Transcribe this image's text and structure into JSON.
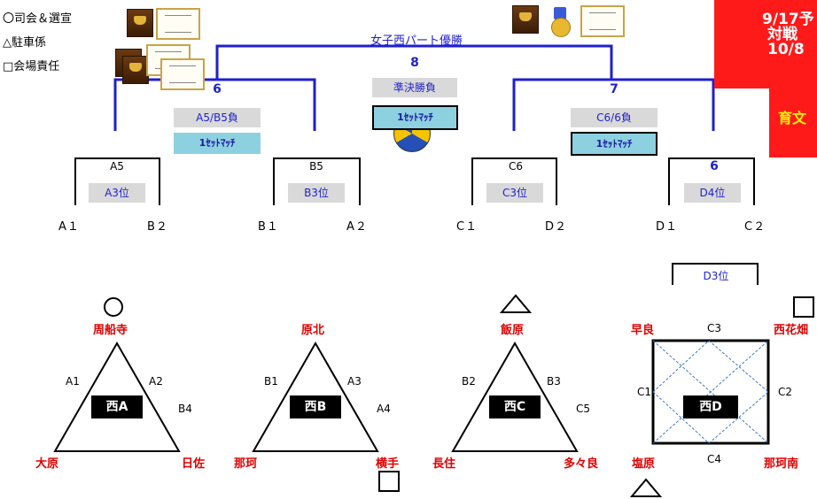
{
  "legend": [
    "〇司会＆選宣",
    "△駐車係",
    "□会場責任"
  ],
  "final": {
    "title": "女子西パート優勝",
    "match_no": "8",
    "label": "準決勝負",
    "set": "1ｾｯﾄﾏｯﾁ"
  },
  "left_semi": {
    "match_no": "6",
    "label": "A5/B5負",
    "set": "1ｾｯﾄﾏｯﾁ"
  },
  "right_semi": {
    "match_no": "7",
    "label": "C6/6負",
    "set": "1ｾｯﾄﾏｯﾁ"
  },
  "quarters": [
    {
      "top": "A5",
      "place": "A3位",
      "left": "A１",
      "right": "B２"
    },
    {
      "top": "B5",
      "place": "B3位",
      "left": "B１",
      "right": "A２"
    },
    {
      "top": "C6",
      "place": "C3位",
      "left": "C１",
      "right": "D２"
    },
    {
      "top": "6",
      "place": "D4位",
      "left": "D１",
      "right": "C２"
    }
  ],
  "d3_label": "D3位",
  "red_panel": {
    "line1": "9/17予",
    "line2": "対戦",
    "line3": "10/8",
    "bottom": "育文"
  },
  "groups": {
    "A": {
      "name": "西A",
      "top": "周船寺",
      "bl": "大原",
      "br": "日佐",
      "e1": "A1",
      "e2": "A2",
      "e4": "B4"
    },
    "B": {
      "name": "西B",
      "top": "原北",
      "bl": "那珂",
      "br": "横手",
      "e1": "B1",
      "e2": "A3",
      "e4": "A4"
    },
    "C": {
      "name": "西C",
      "top": "飯原",
      "bl": "長住",
      "br": "多々良",
      "e1": "B2",
      "e2": "B3",
      "e4": "C5"
    },
    "D": {
      "name": "西D",
      "tl": "早良",
      "tr": "西花畑",
      "bl": "塩原",
      "br": "那珂南",
      "top": "C3",
      "bottom": "C4",
      "left": "C1",
      "right": "C2"
    }
  },
  "duty_marks": {
    "circle": "〇",
    "triangle": "△",
    "square": "□"
  }
}
